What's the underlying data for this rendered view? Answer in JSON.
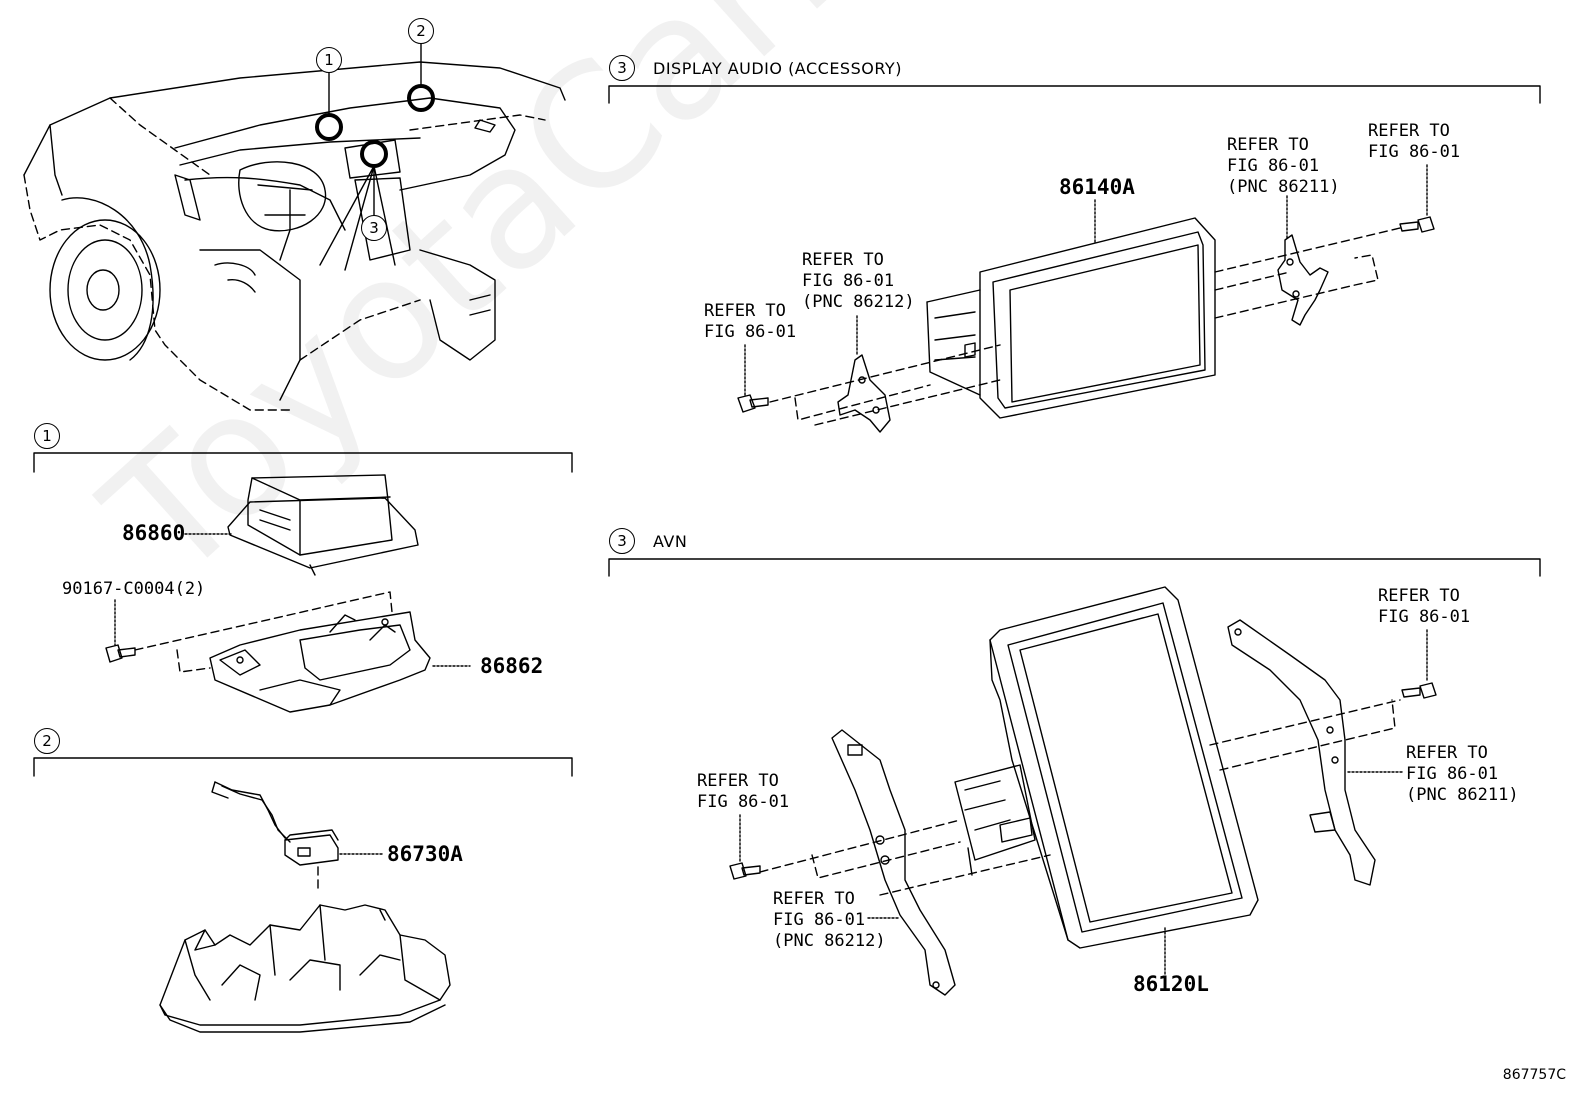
{
  "section_1": {
    "circle": "1",
    "parts": {
      "ecu": "86860",
      "bracket": "86862",
      "bolt": "90167-C0004(2)"
    }
  },
  "section_2": {
    "circle": "2",
    "parts": {
      "sensor": "86730A"
    }
  },
  "section_3a": {
    "circle": "3",
    "title": "DISPLAY AUDIO (ACCESSORY)",
    "parts": {
      "display": "86140A"
    },
    "refs": {
      "bolt_left": [
        "REFER TO",
        "FIG 86-01"
      ],
      "bracket_left": [
        "REFER TO",
        "FIG 86-01",
        "(PNC 86212)"
      ],
      "bracket_right": [
        "REFER TO",
        "FIG 86-01",
        "(PNC 86211)"
      ],
      "bolt_right": [
        "REFER TO",
        "FIG 86-01"
      ]
    }
  },
  "section_3b": {
    "circle": "3",
    "title": "AVN",
    "parts": {
      "display": "86120L"
    },
    "refs": {
      "bolt_left": [
        "REFER TO",
        "FIG 86-01"
      ],
      "bracket_left": [
        "REFER TO",
        "FIG 86-01",
        "(PNC 86212)"
      ],
      "bolt_right": [
        "REFER TO",
        "FIG 86-01"
      ],
      "bracket_right": [
        "REFER TO",
        "FIG 86-01",
        "(PNC 86211)"
      ]
    }
  },
  "overview": {
    "markers": [
      "1",
      "2",
      "3"
    ]
  },
  "watermark": "ToyotaCarMine.ru",
  "diagram_code": "867757C"
}
